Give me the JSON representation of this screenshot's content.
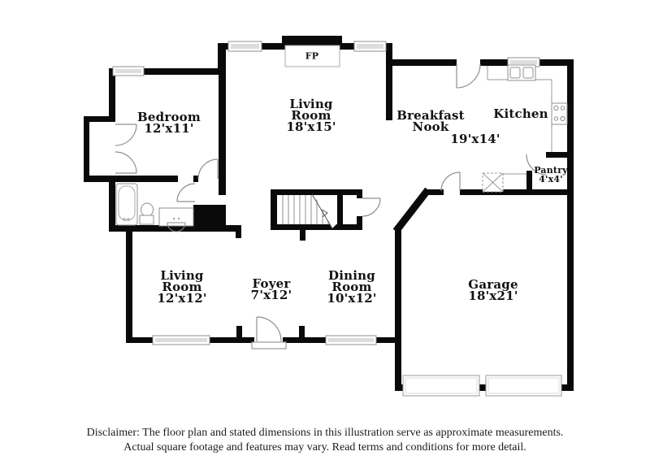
{
  "page": {
    "background": "#ffffff"
  },
  "colors": {
    "wall": "#0a0a0a",
    "symbol_stroke": "#8f8f8f",
    "label_text": "#121212"
  },
  "rooms": {
    "bedroom": {
      "lines": [
        "Bedroom",
        "12'x11'"
      ]
    },
    "living_room_upper": {
      "lines": [
        "Living",
        "Room",
        "18'x15'"
      ]
    },
    "breakfast_nook": {
      "lines": [
        "Breakfast",
        "Nook"
      ],
      "dims": "19'x14'"
    },
    "kitchen": {
      "lines": [
        "Kitchen"
      ]
    },
    "pantry": {
      "lines": [
        "Pantry",
        "4'x4'"
      ]
    },
    "living_room_lower": {
      "lines": [
        "Living",
        "Room",
        "12'x12'"
      ]
    },
    "foyer": {
      "lines": [
        "Foyer",
        "7'x12'"
      ]
    },
    "dining_room": {
      "lines": [
        "Dining",
        "Room",
        "10'x12'"
      ]
    },
    "garage": {
      "lines": [
        "Garage",
        "18'x21'"
      ]
    }
  },
  "fireplace": {
    "label": "FP"
  },
  "disclaimer": {
    "line1": "Disclaimer: The floor plan and stated dimensions in this illustration serve as approximate measurements.",
    "line2": "Actual square footage and features may vary. Read terms and conditions for more detail."
  }
}
